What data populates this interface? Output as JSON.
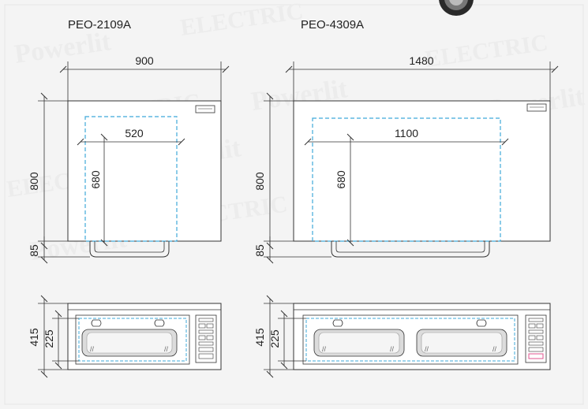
{
  "watermark": {
    "brand": "Powerlit",
    "word": "ELECTRIC"
  },
  "models": {
    "left": "PEO-2109A",
    "right": "PEO-4309A"
  },
  "dimensions": {
    "left": {
      "width": "900",
      "height": "800",
      "leg": "85",
      "inner_width": "520",
      "inner_height": "680",
      "front_depth": "415",
      "front_inner": "225"
    },
    "right": {
      "width": "1480",
      "height": "800",
      "leg": "85",
      "inner_width": "1100",
      "inner_height": "680",
      "front_depth": "415",
      "front_inner": "225"
    }
  },
  "colors": {
    "background": "#f2f2f2",
    "line": "#333333",
    "dashed": "#3fa9d9",
    "window": "#dcdcdc",
    "pink_accent": "#e0558f"
  },
  "icons": {
    "corner_disc": "dial-icon",
    "control_panel": "control-panel-icon",
    "vent": "vent-icon"
  }
}
